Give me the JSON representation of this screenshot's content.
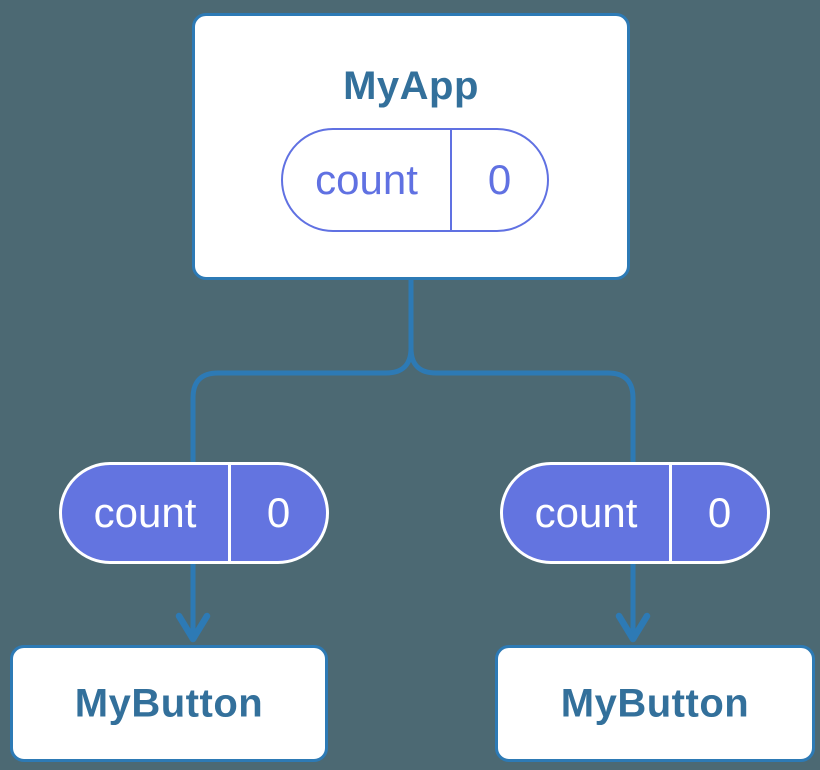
{
  "canvas": {
    "background": "#4c6973"
  },
  "palette": {
    "card_border": "#2d7ab5",
    "card_text": "#33709b",
    "connector": "#2d7ab5",
    "pill_filled_bg": "#6374e0",
    "pill_outline_color": "#6071e2",
    "pill_filled_text": "#ffffff"
  },
  "tree": {
    "root": {
      "title": "MyApp",
      "state_pill": {
        "label": "count",
        "value": "0",
        "variant": "outline"
      }
    },
    "children": [
      {
        "title": "MyButton",
        "prop_pill": {
          "label": "count",
          "value": "0",
          "variant": "filled"
        }
      },
      {
        "title": "MyButton",
        "prop_pill": {
          "label": "count",
          "value": "0",
          "variant": "filled"
        }
      }
    ]
  }
}
